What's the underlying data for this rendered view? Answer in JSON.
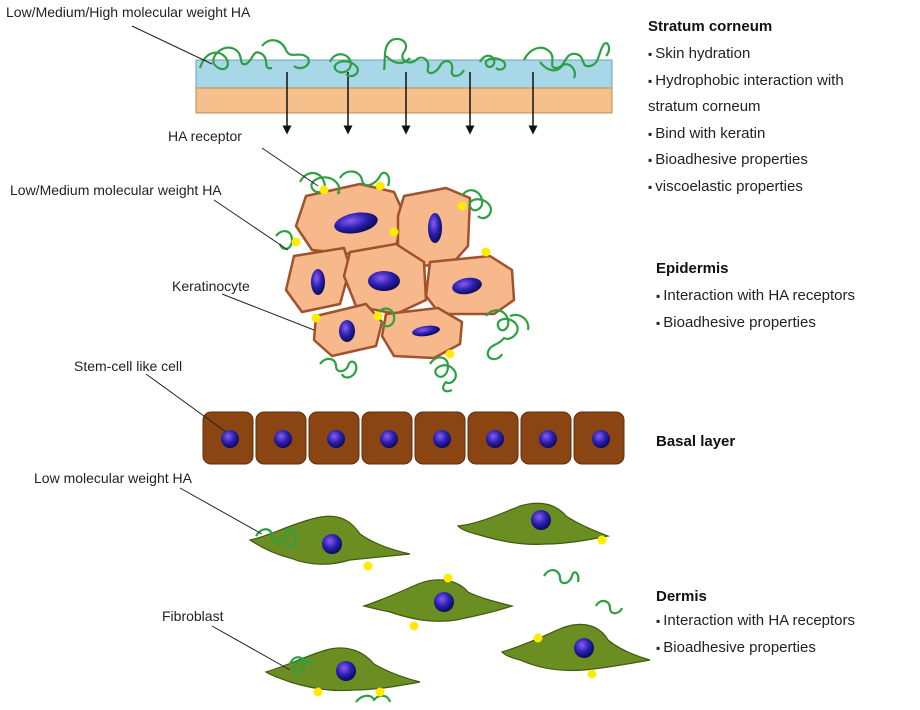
{
  "labels": {
    "ha_sizes": "Low/Medium/High molecular weight HA",
    "ha_receptor": "HA receptor",
    "low_medium_ha": "Low/Medium molecular weight HA",
    "keratinocyte": "Keratinocyte",
    "stem_cell": "Stem-cell like cell",
    "low_ha": "Low molecular weight HA",
    "fibroblast": "Fibroblast"
  },
  "sections": {
    "stratum_corneum": {
      "title": "Stratum corneum",
      "items": [
        "Skin hydration",
        "Hydrophobic interaction with",
        "stratum corneum",
        "Bind with keratin",
        "Bioadhesive properties",
        "viscoelastic properties"
      ]
    },
    "epidermis": {
      "title": "Epidermis",
      "items": [
        "Interaction with HA receptors",
        "Bioadhesive properties"
      ]
    },
    "basal_layer": {
      "title": "Basal layer"
    },
    "dermis": {
      "title": "Dermis",
      "items": [
        "Interaction with HA receptors",
        "Bioadhesive properties"
      ]
    }
  },
  "colors": {
    "ha_chain": "#2ea043",
    "keratinocyte_fill": "#f7b98c",
    "keratinocyte_border": "#a0522d",
    "nucleus": "#1c1c8f",
    "receptor": "#ffeb00",
    "basal_cell": "#8b4513",
    "fibroblast": "#6b8e23",
    "stratum_top": "#a8d8e8",
    "stratum_bottom": "#f6c08c"
  }
}
